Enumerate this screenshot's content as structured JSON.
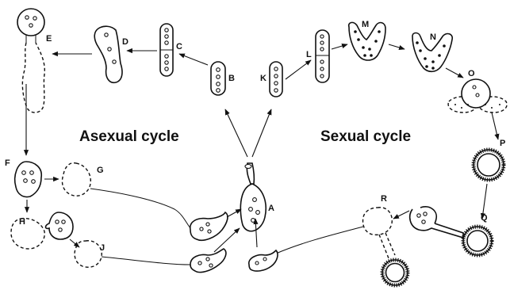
{
  "titles": {
    "asexual": "Asexual cycle",
    "sexual": "Sexual cycle"
  },
  "labels": {
    "A": "A",
    "B": "B",
    "C": "C",
    "D": "D",
    "E": "E",
    "F": "F",
    "G": "G",
    "H": "H",
    "J": "J",
    "K": "K",
    "L": "L",
    "M": "M",
    "N": "N",
    "O": "O",
    "P": "P",
    "Q": "Q",
    "R": "R"
  }
}
